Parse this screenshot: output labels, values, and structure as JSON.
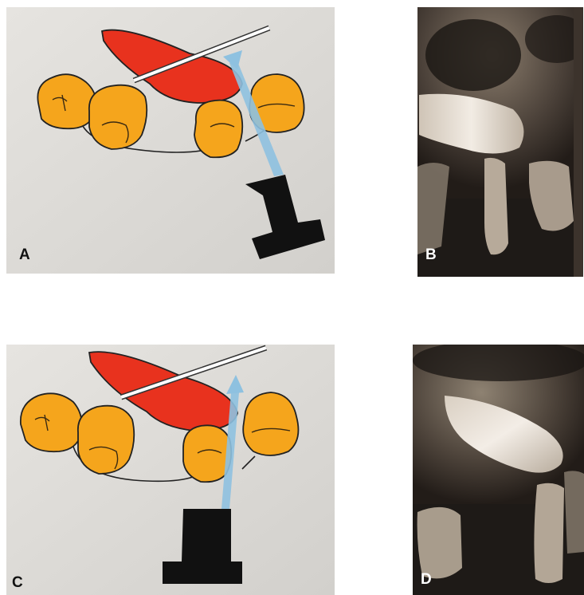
{
  "panels": {
    "a": {
      "label": "A"
    },
    "b": {
      "label": "B"
    },
    "c": {
      "label": "C"
    },
    "d": {
      "label": "D"
    }
  },
  "colors": {
    "background": "#dcdad6",
    "tooth": "#f5a51c",
    "palatal_root": "#e8321e",
    "beam": "#8ec1e0",
    "xray_tube": "#111111",
    "film": "#ffffff",
    "radiograph_dark": "#1e1a17",
    "radiograph_light": "#ece4da"
  },
  "icons": {
    "xray_tube": "xray-tube-icon",
    "beam": "xray-beam-arrow-icon"
  }
}
